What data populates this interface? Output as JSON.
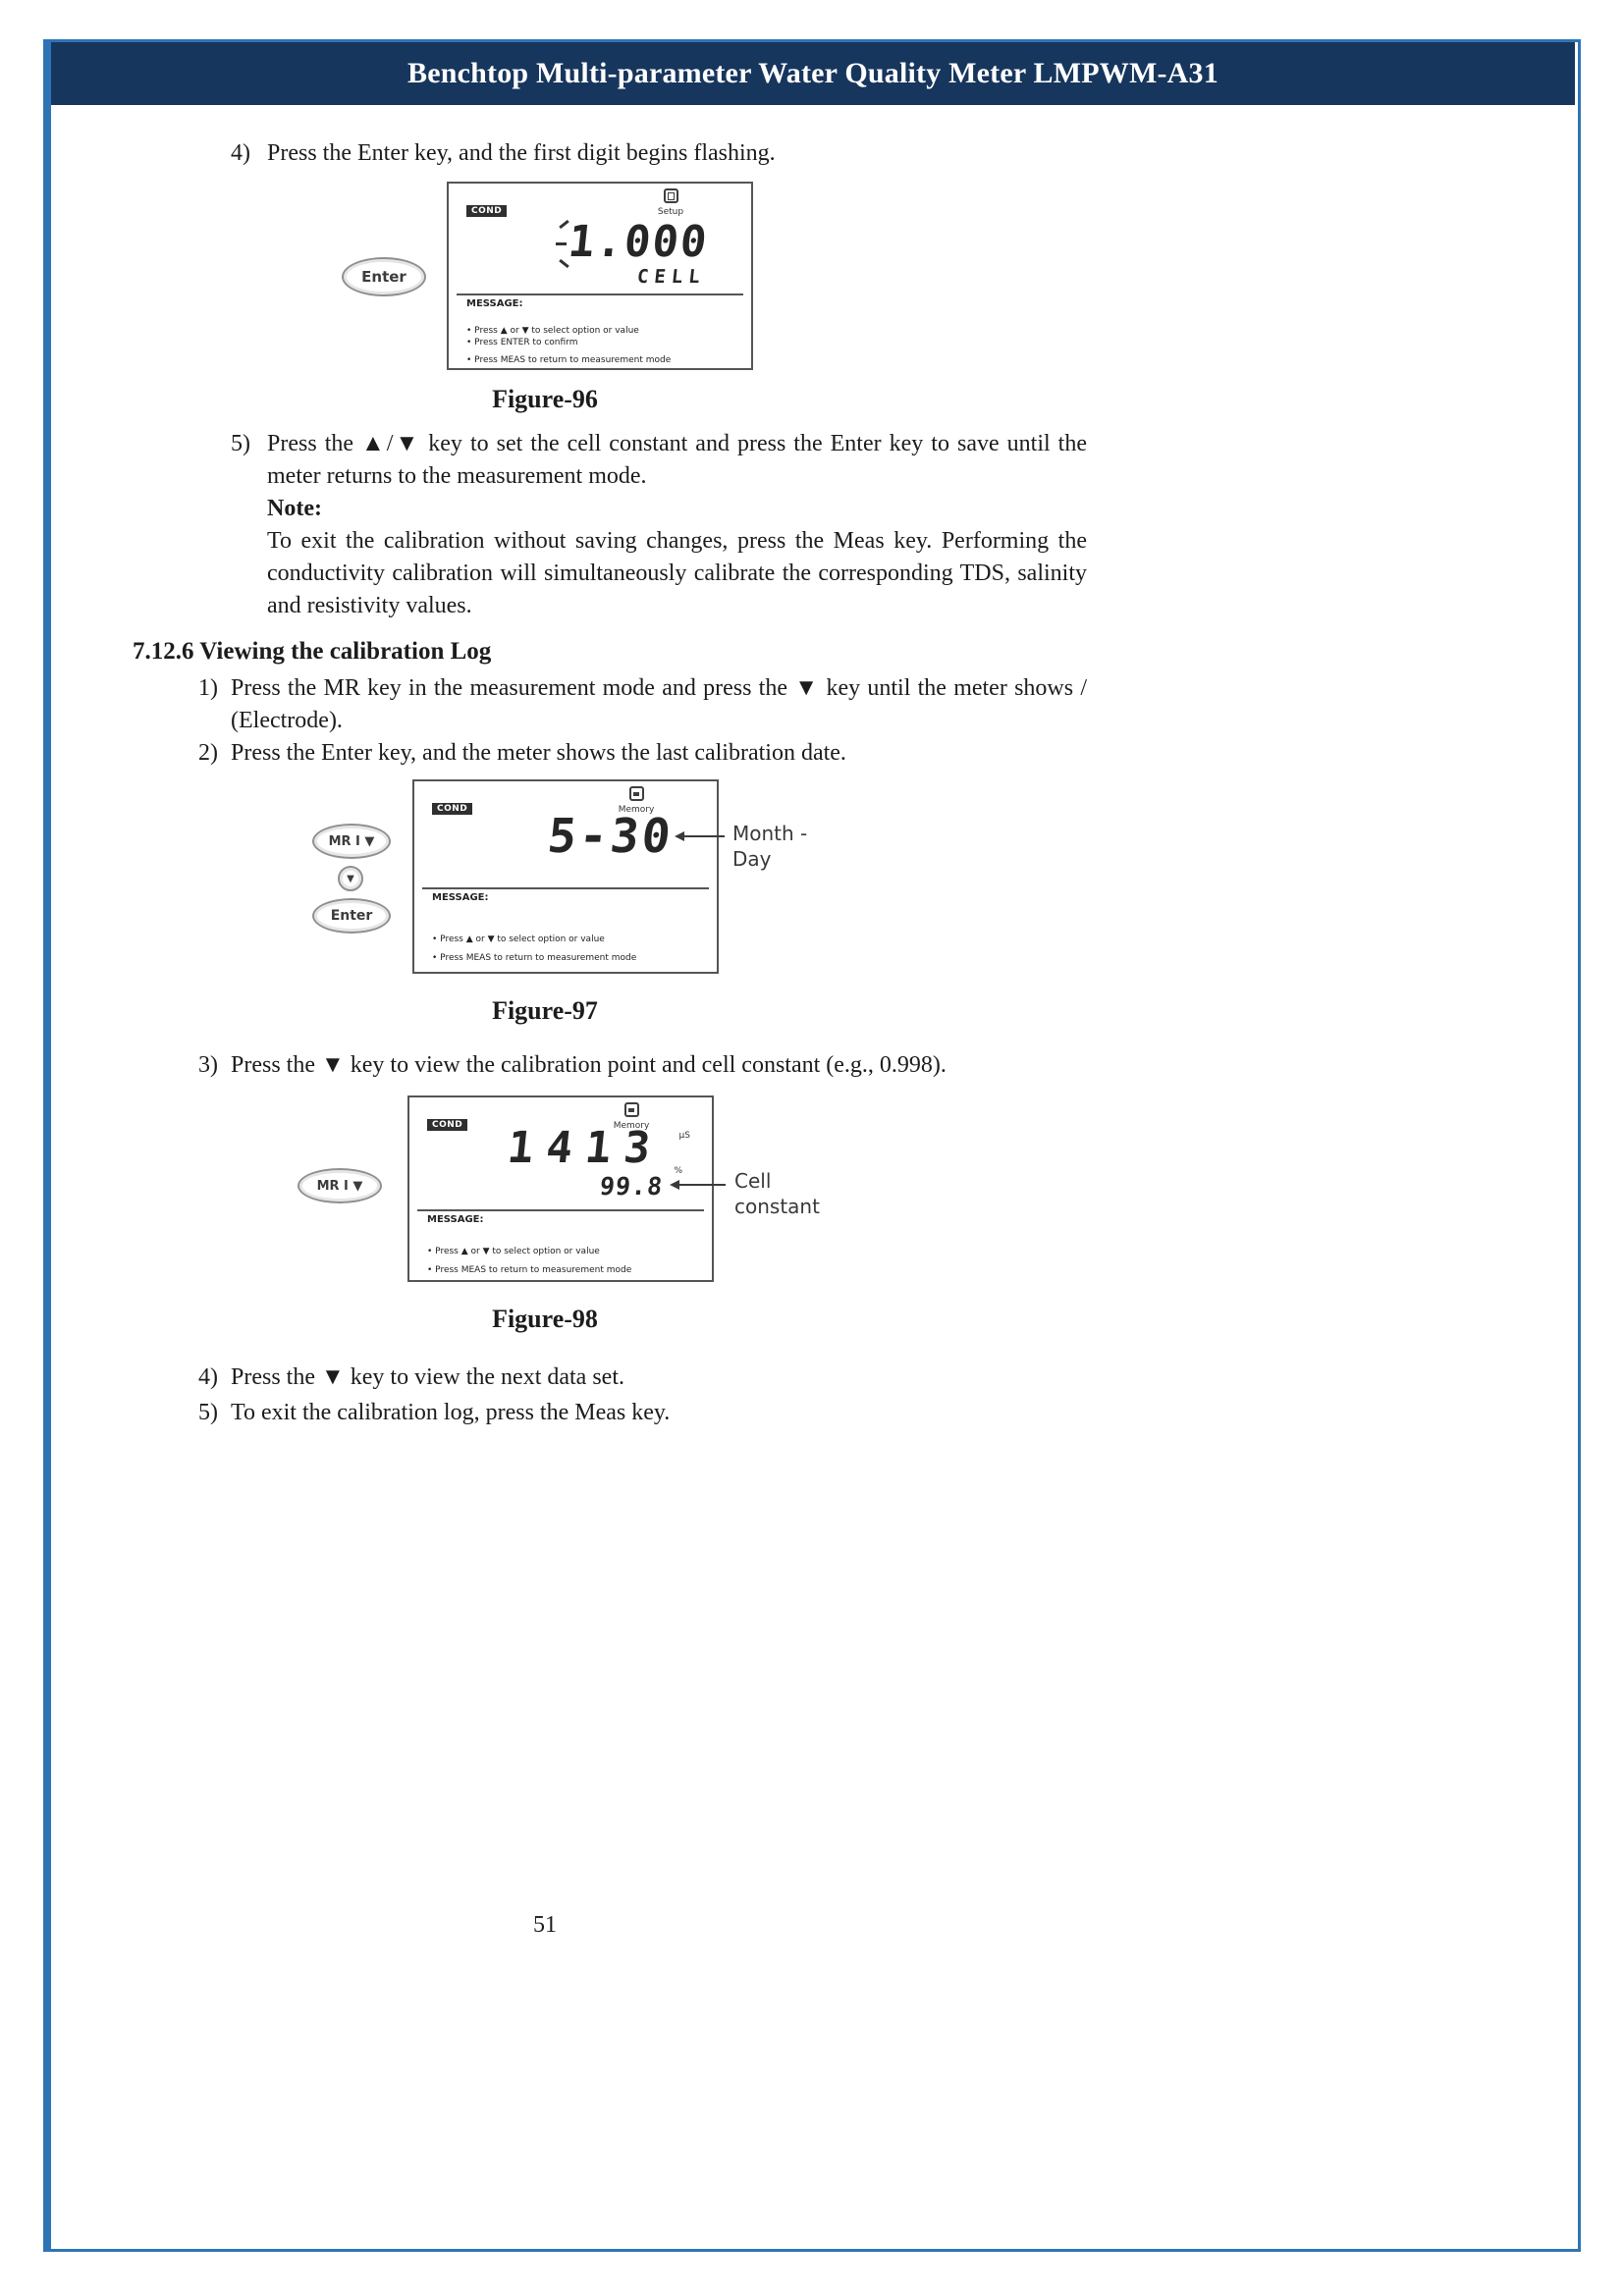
{
  "colors": {
    "frame_border": "#2e74b5",
    "header_bg": "#17365d"
  },
  "header": {
    "title": "Benchtop Multi-parameter Water Quality Meter LMPWM-A31"
  },
  "steps_a": {
    "s4_num": "4)",
    "s4_text": "Press the Enter key, and the first digit begins flashing.",
    "s5_num": "5)",
    "s5_text": "Press the ▲/▼ key to set the cell constant and press the Enter key to save until the meter returns to the measurement mode.",
    "note_label": "Note:",
    "note_text": "To exit the calibration without saving changes, press the Meas key. Performing the conductivity calibration will simultaneously calibrate the corresponding TDS, salinity and resistivity values."
  },
  "section": {
    "heading": "7.12.6 Viewing the calibration Log",
    "steps": [
      {
        "num": "1)",
        "text": "Press the MR key in the measurement mode and press the ▼ key until the meter shows / (Electrode)."
      },
      {
        "num": "2)",
        "text": "Press the Enter key, and the meter shows the last calibration date."
      },
      {
        "num": "3)",
        "text": "Press the ▼ key to view the calibration point and cell constant (e.g., 0.998)."
      },
      {
        "num": "4)",
        "text": "Press the ▼ key to view the next data set."
      },
      {
        "num": "5)",
        "text": "To exit the calibration log, press the Meas key."
      }
    ]
  },
  "fig96": {
    "caption": "Figure-96",
    "enter_button": "Enter",
    "mode_badge": "COND",
    "icon_label": "Setup",
    "digits": "1.000",
    "word": "CELL",
    "message_label": "MESSAGE:",
    "bullet1": "• Press ▲ or ▼ to select option or value",
    "bullet2": "• Press ENTER to confirm",
    "bullet3": "• Press MEAS to return to measurement mode"
  },
  "fig97": {
    "caption": "Figure-97",
    "mr_button": "MR I ▼",
    "down_button": "▼",
    "enter_button": "Enter",
    "mode_badge": "COND",
    "icon_label": "Memory",
    "digits": "5-30",
    "annotation_line1": "Month -",
    "annotation_line2": "Day",
    "message_label": "MESSAGE:",
    "bullet1": "• Press ▲ or ▼ to select option or value",
    "bullet2": "• Press MEAS to return to measurement mode"
  },
  "fig98": {
    "caption": "Figure-98",
    "mr_button": "MR I ▼",
    "mode_badge": "COND",
    "icon_label": "Memory",
    "digits": "1413",
    "unit": "µS",
    "sub_digits": "99.8",
    "sub_unit": "%",
    "annotation_line1": "Cell",
    "annotation_line2": "constant",
    "message_label": "MESSAGE:",
    "bullet1": "• Press ▲ or ▼ to select option or value",
    "bullet2": "• Press MEAS to return to measurement mode"
  },
  "footer": {
    "page_number": "51"
  }
}
